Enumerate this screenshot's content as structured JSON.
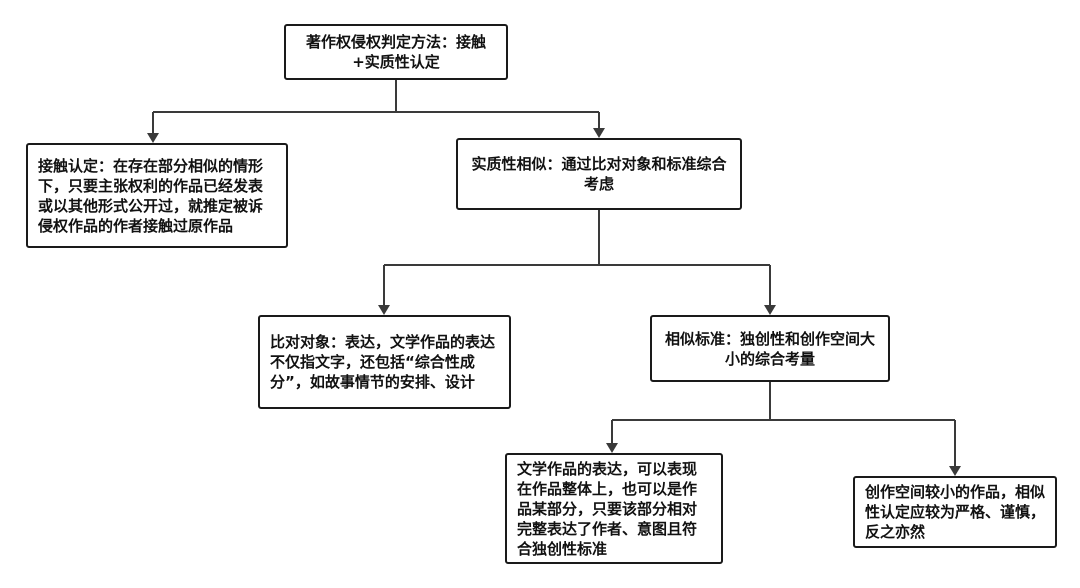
{
  "nodes": {
    "root": "著作权侵权判定方法：接触+实质性认定",
    "contact": "接触认定：在存在部分相似的情形下，只要主张权利的作品已经发表或以其他形式公开过，就推定被诉侵权作品的作者接触过原作品",
    "similarity": "实质性相似：通过比对对象和标准综合考虑",
    "object": "比对对象：表达，文学作品的表达不仅指文字，还包括“综合性成分”，如故事情节的安排、设计",
    "standard": "相似标准：独创性和创作空间大小的综合考量",
    "whole_or_part": "文学作品的表达，可以表现在作品整体上，也可以是作品某部分，只要该部分相对完整表达了作者、意图且符合独创性标准",
    "small_space": "创作空间较小的作品，相似性认定应较为严格、谨慎，反之亦然"
  },
  "colors": {
    "border": "#1a1a1a",
    "line": "#3a3a3a",
    "text": "#111111"
  }
}
